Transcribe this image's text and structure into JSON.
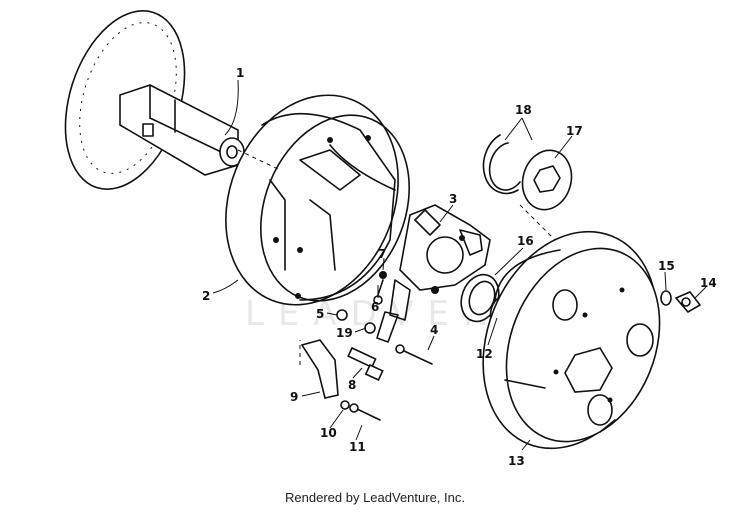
{
  "footer": {
    "text": "Rendered by LeadVenture, Inc."
  },
  "watermark": {
    "text": "LEADVENTURE"
  },
  "callouts": [
    "1",
    "2",
    "3",
    "4",
    "5",
    "6",
    "7",
    "8",
    "9",
    "10",
    "11",
    "12",
    "13",
    "14",
    "15",
    "16",
    "17",
    "18",
    "19"
  ]
}
